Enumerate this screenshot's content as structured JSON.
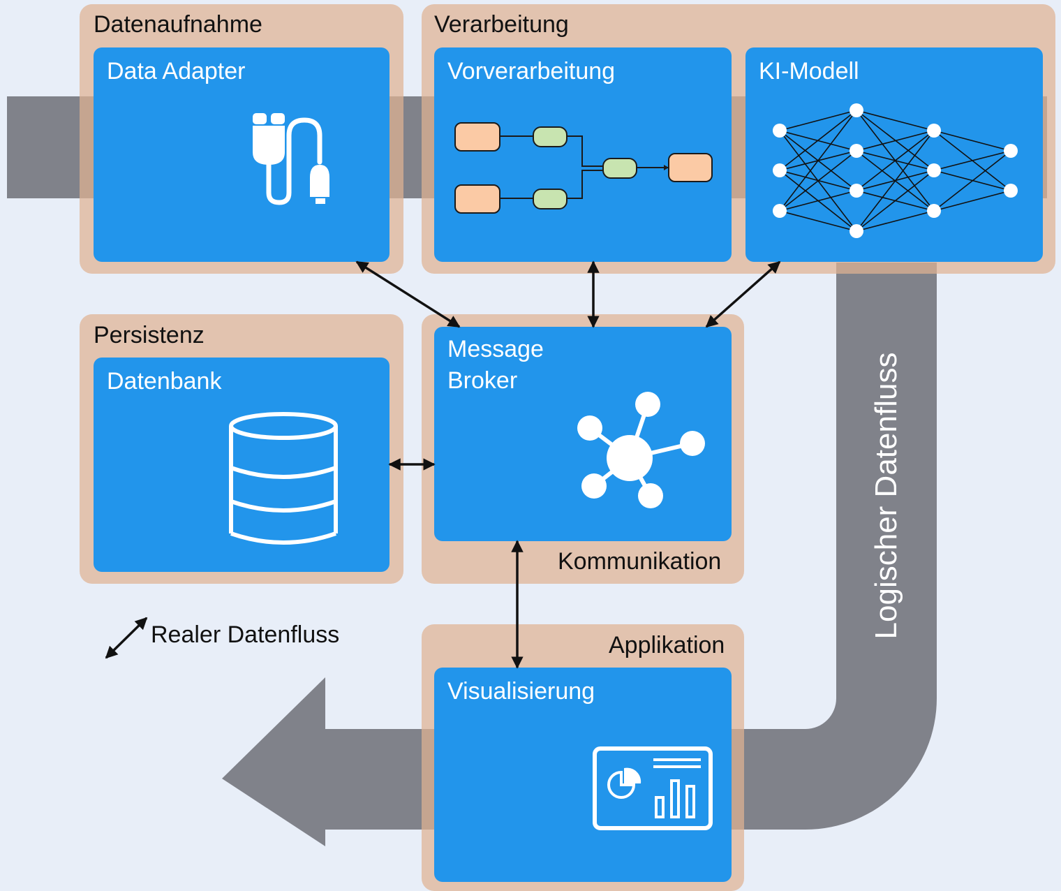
{
  "groups": {
    "datenaufnahme": "Datenaufnahme",
    "verarbeitung": "Verarbeitung",
    "persistenz": "Persistenz",
    "kommunikation": "Kommunikation",
    "applikation": "Applikation"
  },
  "boxes": {
    "data_adapter": "Data Adapter",
    "vorverarbeitung": "Vorverarbeitung",
    "ki_modell": "KI-Modell",
    "datenbank": "Datenbank",
    "message_broker_line1": "Message",
    "message_broker_line2": "Broker",
    "visualisierung": "Visualisierung"
  },
  "legend": {
    "real_flow": "Realer Datenfluss"
  },
  "logical_flow_label": "Logischer Datenfluss",
  "icons": [
    "plug-icon",
    "pipeline-icon",
    "neural-network-icon",
    "database-icon",
    "hub-icon",
    "dashboard-icon",
    "double-arrow-icon"
  ],
  "colors": {
    "background": "#e8eef8",
    "group_fill": "#dfb393",
    "box_fill": "#2295eb",
    "flow_band": "#80828a",
    "pipeline_orange": "#fbcaa5",
    "pipeline_green": "#c8e4b0"
  }
}
